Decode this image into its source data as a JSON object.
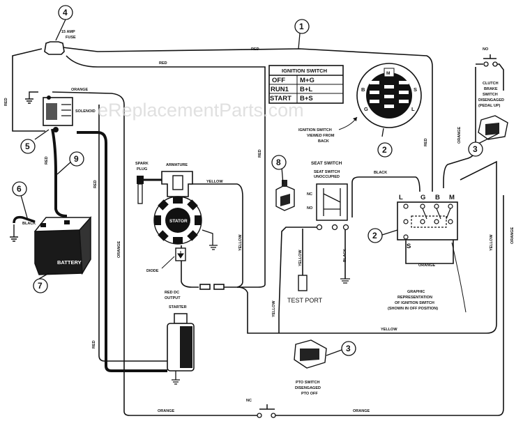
{
  "watermark": "eReplacementParts.com",
  "callouts": {
    "c1": "1",
    "c2a": "2",
    "c2b": "2",
    "c3a": "3",
    "c3b": "3",
    "c4": "4",
    "c5": "5",
    "c6": "6",
    "c7": "7",
    "c8": "8",
    "c9": "9"
  },
  "fuse": {
    "line1": "15 AMP",
    "line2": "FUSE"
  },
  "wires": {
    "red": "RED",
    "orange": "ORANGE",
    "yellow": "YELLOW",
    "black": "BLACK"
  },
  "solenoid": "SOLENOID",
  "battery": "BATTERY",
  "spark_plug": {
    "line1": "SPARK",
    "line2": "PLUG"
  },
  "armature": "ARMATURE",
  "stator": "STATOR",
  "diode": "DIODE",
  "red_dc": {
    "line1": "RED DC",
    "line2": "OUTPUT"
  },
  "starter": "STARTER",
  "ignition_table": {
    "title": "IGNITION SWITCH",
    "rows": [
      {
        "pos": "OFF",
        "conn": "M+G"
      },
      {
        "pos": "RUN1",
        "conn": "B+L"
      },
      {
        "pos": "START",
        "conn": "B+S"
      }
    ]
  },
  "ignition_view": {
    "line1": "IGNITION SWITCH",
    "line2": "VIEWED  FROM",
    "line3": "BACK"
  },
  "ignition_terminals": {
    "m": "M",
    "b": "B",
    "s": "S",
    "g": "G",
    "l": "L"
  },
  "seat_switch": {
    "title": "SEAT SWITCH",
    "sub1": "SEAT SWITCH",
    "sub2": "UNOCCUPIED",
    "nc": "NC",
    "no": "NO"
  },
  "graphic_ign": {
    "line1": "GRAPHIC",
    "line2": "REPRESENTATION",
    "line3": "OF IGNITION SWITCH",
    "line4": "(SHOWN IN OFF POSITION)"
  },
  "test_port": "TEST PORT",
  "clutch": {
    "no": "NO",
    "line1": "CLUTCH",
    "line2": "BRAKE",
    "line3": "SWITCH",
    "line4": "DISENGAGED",
    "line5": "(PEDAL UP)"
  },
  "pto": {
    "line1": "PTO SWITCH",
    "line2": "DISENGAGED",
    "line3": "PTO OFF",
    "nc": "NC"
  }
}
